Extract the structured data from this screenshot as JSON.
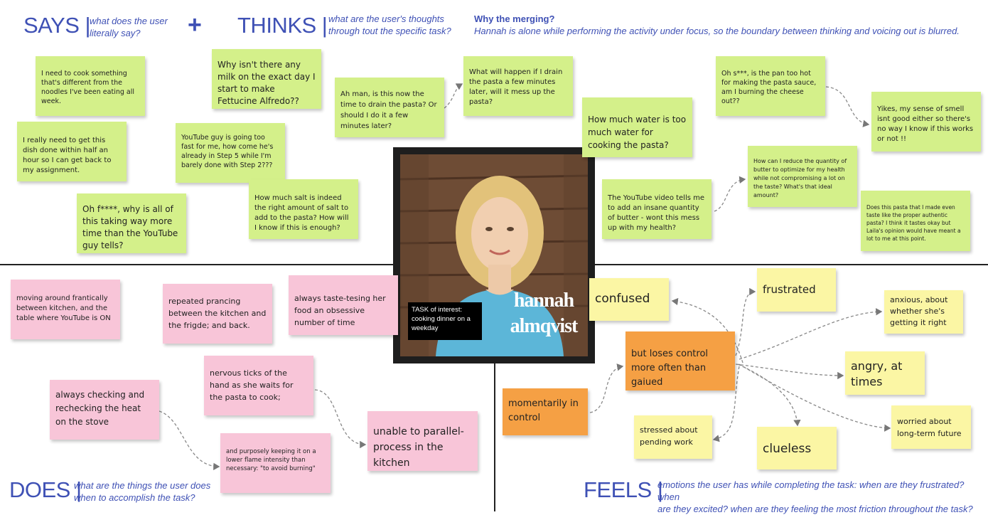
{
  "quadrants": {
    "says": {
      "label": "SAYS |",
      "question": [
        "what does the user",
        "literally say?"
      ]
    },
    "plus": "+",
    "thinks": {
      "label": "THINKS |",
      "question": [
        "what are the user's thoughts",
        "through tout the specific task?"
      ]
    },
    "merge": {
      "title": "Why the merging?",
      "text": "Hannah is alone while performing the activity under focus, so the boundary between thinking and voicing out is blurred."
    },
    "does": {
      "label": "DOES |",
      "question": [
        "what are the things the user does",
        "when to accomplish the task?"
      ]
    },
    "feels": {
      "label": "FEELS |",
      "question": [
        "emotions the user has while completing the task: when are they frustrated? when",
        "are they excited? when are they feeling the most friction throughout the task?"
      ]
    }
  },
  "persona": {
    "name_line1": "hannah",
    "name_line2": "almqvist",
    "task": "TASK of interest: cooking dinner on a weekday"
  },
  "says_thinks_notes": [
    "I need to cook something that's different from the noodles I've been eating all week.",
    "Why isn't there any milk on the exact day I start to make Fettucine Alfredo??",
    "Ah man, is this now the time to drain the pasta? Or should I do it a few minutes later?",
    "What will happen if I drain the pasta a few minutes later, will it mess up the pasta?",
    "Oh s***, is the pan too hot for making the pasta sauce, am I burning the cheese out??",
    "Yikes, my sense of smell isnt good either so there's no way I know if this works or not !!",
    "I really need to get this dish done within half an hour so I can get back to my assignment.",
    "YouTube guy is going too fast for me, how come he's already in Step 5 while I'm barely done with Step 2???",
    "How much water is too much water for cooking the pasta?",
    "How can I reduce the quantity of butter to optimize for my health while not compromising a lot on the taste? What's that ideal amount?",
    "Oh f****, why is all of this taking way more time than the YouTube guy tells?",
    "How much salt is indeed the right amount of salt to add to the pasta? How will I know if this is enough?",
    "The YouTube video tells me to add an insane quantity of butter - wont this mess up with my health?",
    "Does this pasta that I made even taste like the proper authentic pasta? I think it tastes okay but Laila's opinion would have meant a lot to me at this point."
  ],
  "does_notes": [
    "moving around frantically between kitchen, and the table where YouTube is ON",
    "repeated prancing between the kitchen and the frigde; and back.",
    "always taste-tesing her food an obsessive number of time",
    "nervous ticks of the hand as she waits for the pasta to cook;",
    "always checking and rechecking the heat on the stove",
    "and purposely keeping it on a lower flame intensity than necessary: \"to avoid burning\"",
    "unable to parallel-process in the kitchen"
  ],
  "feels_notes": [
    "confused",
    "frustrated",
    "anxious, about whether she's getting it right",
    "but loses control more often than gaiued",
    "angry, at times",
    "momentarily in control",
    "stressed about pending work",
    "clueless",
    "worried about long-term future"
  ],
  "colors": {
    "heading": "#3f51b5",
    "green_note": "#d4f08a",
    "pink_note": "#f8c5d8",
    "yellow_note": "#fbf6a4",
    "orange_note": "#f5a044"
  }
}
